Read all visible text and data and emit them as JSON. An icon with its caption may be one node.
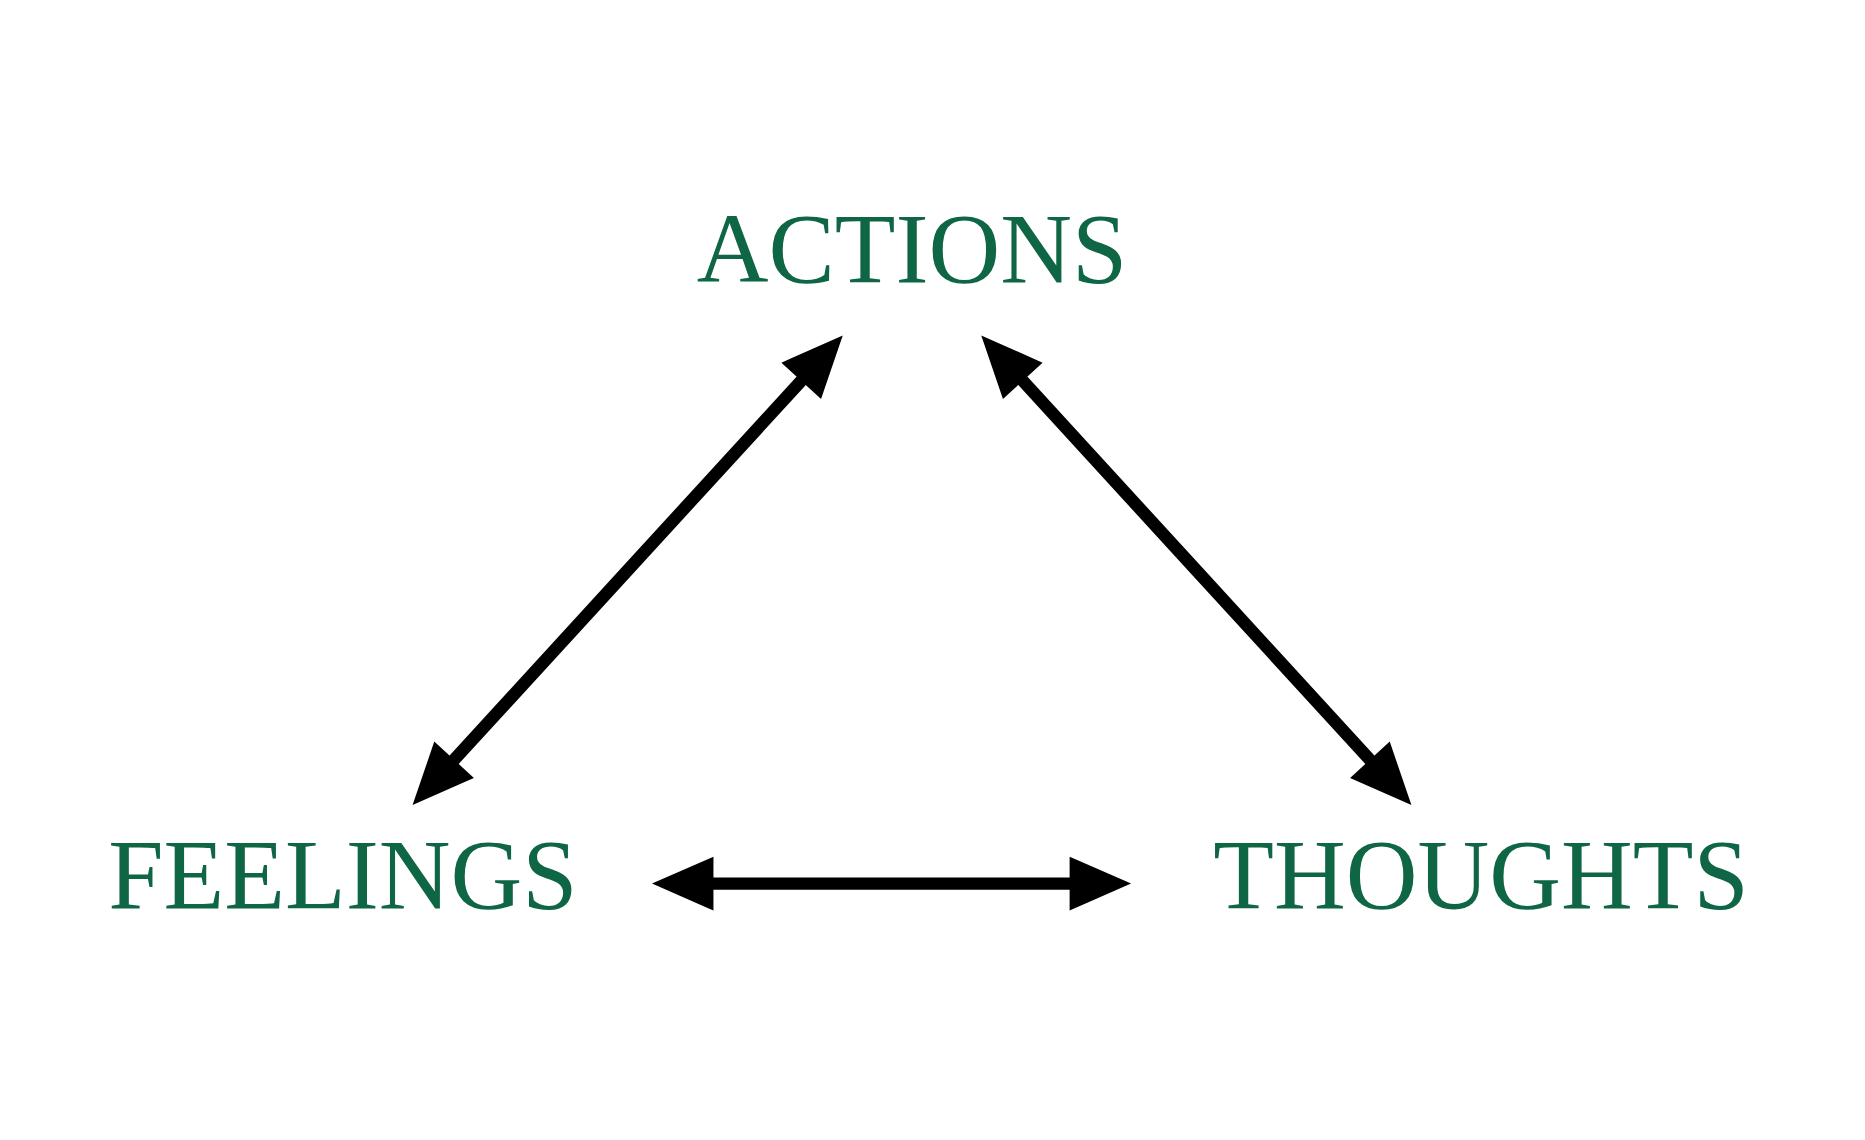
{
  "diagram": {
    "nodes": [
      {
        "text": [
          "ACTIONS"
        ]
      },
      {
        "text": [
          "FEELINGS"
        ]
      },
      {
        "text": [
          "THOUGHTS"
        ]
      }
    ],
    "edges": [
      {
        "from": 1,
        "to": 0,
        "arrow": "both"
      },
      {
        "from": 0,
        "to": 2,
        "arrow": "both"
      },
      {
        "from": 1,
        "to": 2,
        "arrow": "both"
      }
    ]
  }
}
